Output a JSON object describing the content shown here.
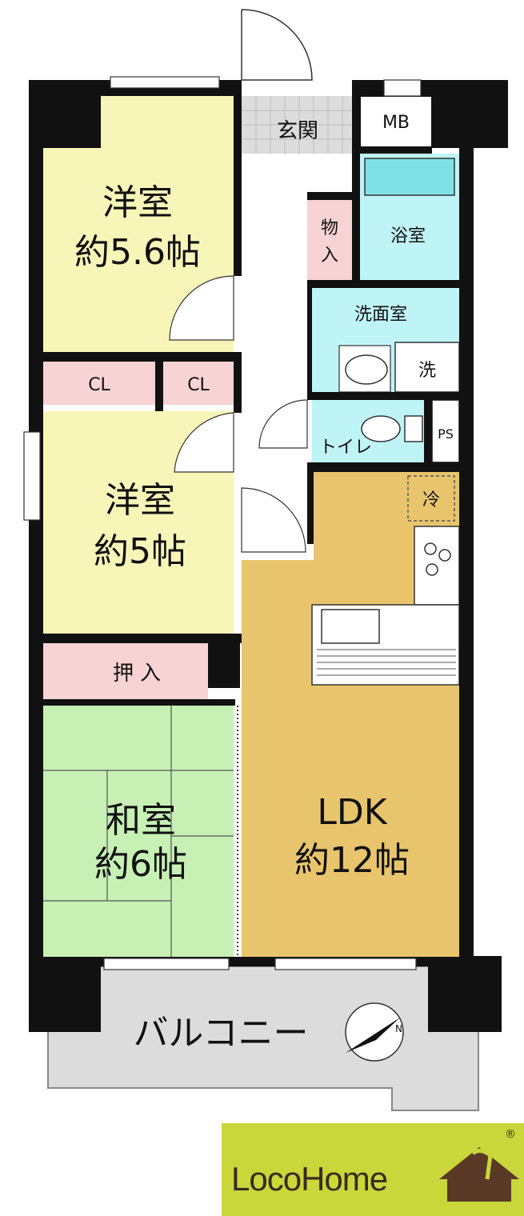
{
  "rooms": {
    "western1_name": "洋室",
    "western1_size": "約5.6帖",
    "western2_name": "洋室",
    "western2_size": "約5帖",
    "japanese_name": "和室",
    "japanese_size": "約6帖",
    "ldk_name": "LDK",
    "ldk_size": "約12帖",
    "entrance": "玄関",
    "mb": "MB",
    "storage": "物入",
    "bath": "浴室",
    "washroom": "洗面室",
    "washer": "洗",
    "toilet": "トイレ",
    "ps": "PS",
    "fridge": "冷",
    "closet1": "CL",
    "closet2": "CL",
    "oshiire": "押入",
    "balcony": "バルコニー"
  },
  "compass": {
    "label": "N"
  },
  "brand": {
    "name": "LocoHome",
    "mark": "®"
  },
  "colors": {
    "western": "#f8f5b8",
    "closet": "#f8d3d3",
    "japanese": "#c6f0b4",
    "ldk": "#e8c56d",
    "bath": "#bff4f6",
    "entrance": "#dcdcdc",
    "balcony": "#dcdcdc",
    "hall": "#ffffff",
    "brand_bg": "#c9d73a"
  }
}
